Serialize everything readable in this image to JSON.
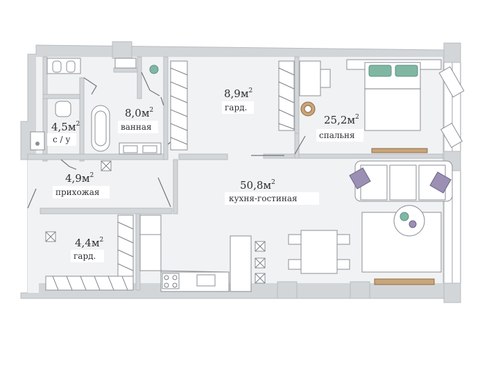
{
  "rooms": [
    {
      "id": "toilet",
      "area": "4,5м",
      "sup": "2",
      "name": "с / у"
    },
    {
      "id": "bath",
      "area": "8,0м",
      "sup": "2",
      "name": "ванная"
    },
    {
      "id": "wardrobe-top",
      "area": "8,9м",
      "sup": "2",
      "name": "гард."
    },
    {
      "id": "bedroom",
      "area": "25,2м",
      "sup": "2",
      "name": "спальня"
    },
    {
      "id": "hall",
      "area": "4,9м",
      "sup": "2",
      "name": "прихожая"
    },
    {
      "id": "living",
      "area": "50,8м",
      "sup": "2",
      "name": "кухня-гостиная"
    },
    {
      "id": "wardrobe-bottom",
      "area": "4,4м",
      "sup": "2",
      "name": "гард."
    }
  ],
  "colors": {
    "wall": "#d3d6d9",
    "floor": "#f1f2f3",
    "pillow_green": "#7fb7a3",
    "pillow_purple": "#9b8fb4",
    "wood": "#c9a57a"
  }
}
